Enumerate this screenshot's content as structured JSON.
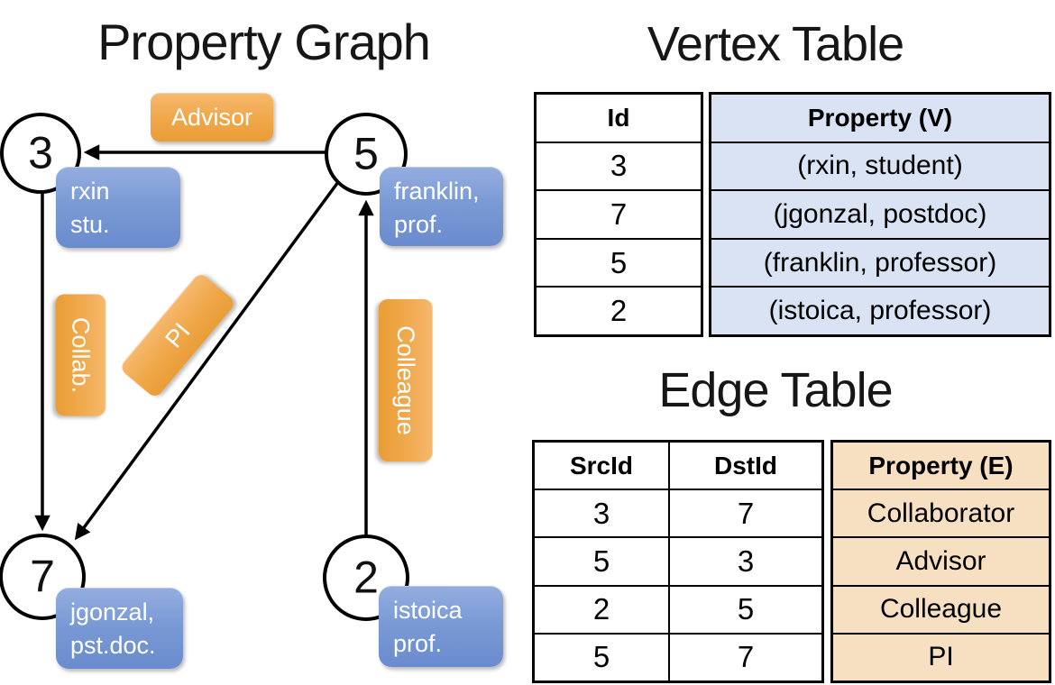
{
  "titles": {
    "property_graph": "Property Graph",
    "vertex_table": "Vertex Table",
    "edge_table": "Edge Table"
  },
  "graph": {
    "nodes": [
      {
        "id": "3",
        "line1": "rxin",
        "line2": "stu."
      },
      {
        "id": "5",
        "line1": "franklin,",
        "line2": "prof."
      },
      {
        "id": "7",
        "line1": "jgonzal,",
        "line2": "pst.doc."
      },
      {
        "id": "2",
        "line1": "istoica",
        "line2": "prof."
      }
    ],
    "edge_labels": {
      "advisor": "Advisor",
      "collab": "Collab.",
      "pi": "PI",
      "colleague": "Colleague"
    }
  },
  "vertex_table": {
    "headers": {
      "id": "Id",
      "property": "Property (V)"
    },
    "rows": [
      {
        "id": "3",
        "property": "(rxin, student)"
      },
      {
        "id": "7",
        "property": "(jgonzal, postdoc)"
      },
      {
        "id": "5",
        "property": "(franklin, professor)"
      },
      {
        "id": "2",
        "property": "(istoica, professor)"
      }
    ]
  },
  "edge_table": {
    "headers": {
      "src": "SrcId",
      "dst": "DstId",
      "property": "Property (E)"
    },
    "rows": [
      {
        "src": "3",
        "dst": "7",
        "property": "Collaborator"
      },
      {
        "src": "5",
        "dst": "3",
        "property": "Advisor"
      },
      {
        "src": "2",
        "dst": "5",
        "property": "Colleague"
      },
      {
        "src": "5",
        "dst": "7",
        "property": "PI"
      }
    ]
  },
  "colors": {
    "node_property_blue": "#7a9ad5",
    "edge_label_orange": "#efa748",
    "vertex_column_fill": "#dae3f3",
    "edge_column_fill": "#f7dfc2"
  }
}
